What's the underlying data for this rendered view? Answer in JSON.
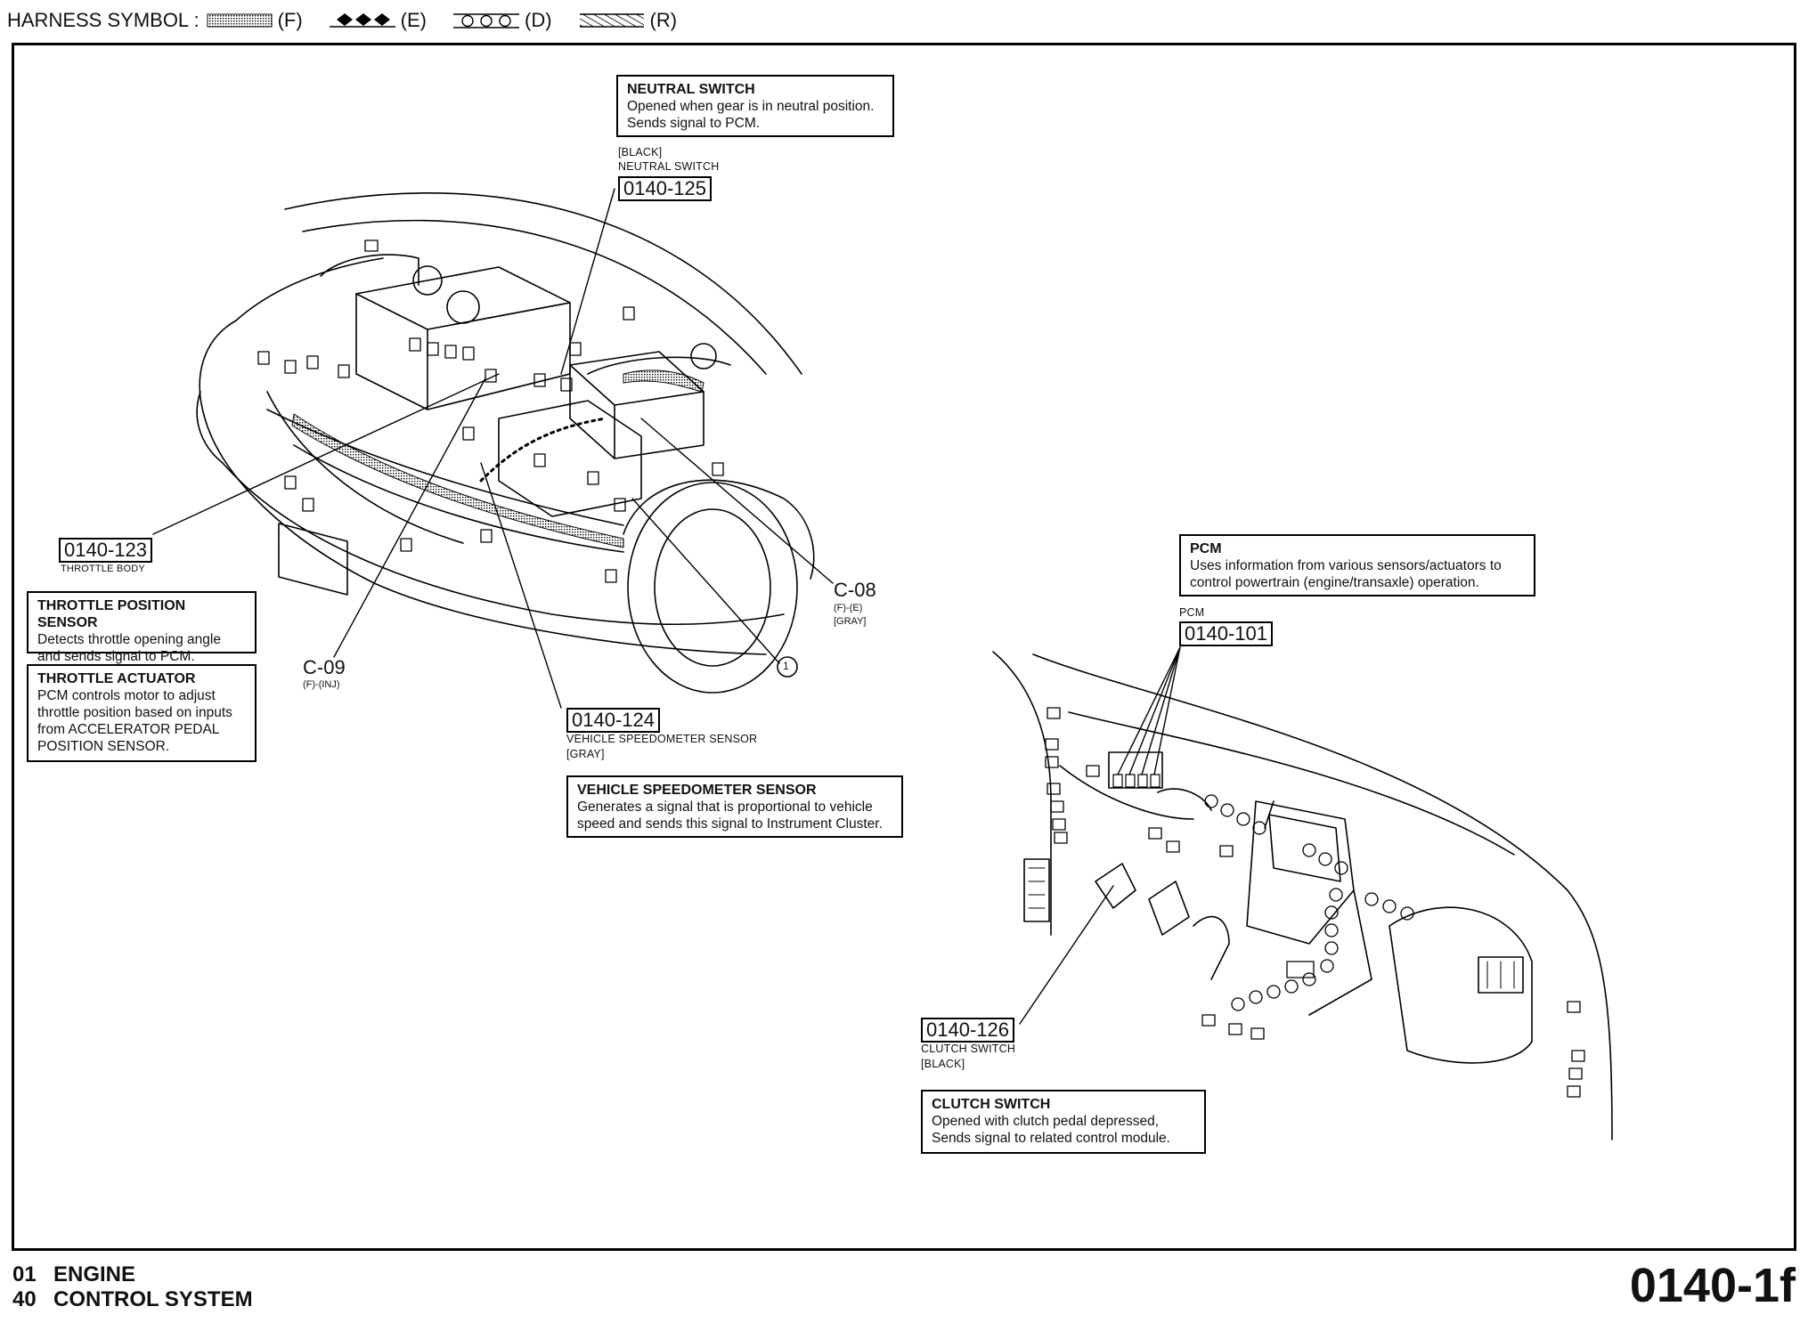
{
  "harness_symbol": {
    "label": "HARNESS SYMBOL :",
    "items": [
      {
        "code": "(F)",
        "style": "dotted"
      },
      {
        "code": "(E)",
        "style": "diamonds"
      },
      {
        "code": "(D)",
        "style": "circles"
      },
      {
        "code": "(R)",
        "style": "hatched"
      }
    ]
  },
  "descriptions": {
    "neutral_switch": {
      "title": "NEUTRAL SWITCH",
      "body": "Opened when gear is in neutral position.\nSends signal to PCM."
    },
    "throttle_position_sensor": {
      "title": "THROTTLE POSITION SENSOR",
      "body": "Detects throttle opening angle\nand sends signal to PCM."
    },
    "throttle_actuator": {
      "title": "THROTTLE ACTUATOR",
      "body": "PCM controls motor to adjust\nthrottle position based on inputs\nfrom ACCELERATOR PEDAL\nPOSITION SENSOR."
    },
    "vehicle_speedometer_sensor": {
      "title": "VEHICLE SPEEDOMETER SENSOR",
      "body": "Generates a signal that is proportional to vehicle\nspeed and sends this signal to Instrument Cluster."
    },
    "pcm": {
      "title": "PCM",
      "body": "Uses information from various sensors/actuators to\ncontrol powertrain (engine/transaxle) operation."
    },
    "clutch_switch": {
      "title": "CLUTCH SWITCH",
      "body": "Opened with clutch pedal depressed,\nSends signal to related control module."
    }
  },
  "references": {
    "neutral_switch": {
      "color_label": "[BLACK]",
      "name": "NEUTRAL SWITCH",
      "code": "0140-125"
    },
    "throttle_body": {
      "code": "0140-123",
      "name": "THROTTLE BODY"
    },
    "vehicle_speedometer_sensor": {
      "code": "0140-124",
      "name": "VEHICLE SPEEDOMETER SENSOR",
      "color_label": "[GRAY]"
    },
    "pcm": {
      "name": "PCM",
      "code": "0140-101"
    },
    "clutch_switch": {
      "code": "0140-126",
      "name": "CLUTCH SWITCH",
      "color_label": "[BLACK]"
    }
  },
  "connectors": {
    "c08": {
      "id": "C-08",
      "harness": "(F)-(E)",
      "color": "[GRAY]"
    },
    "c09": {
      "id": "C-09",
      "harness": "(F)-(INJ)"
    },
    "marker": "1"
  },
  "footer": {
    "line1_num": "01",
    "line1_text": "ENGINE",
    "line2_num": "40",
    "line2_text": "CONTROL SYSTEM",
    "page_number": "0140-1f"
  }
}
